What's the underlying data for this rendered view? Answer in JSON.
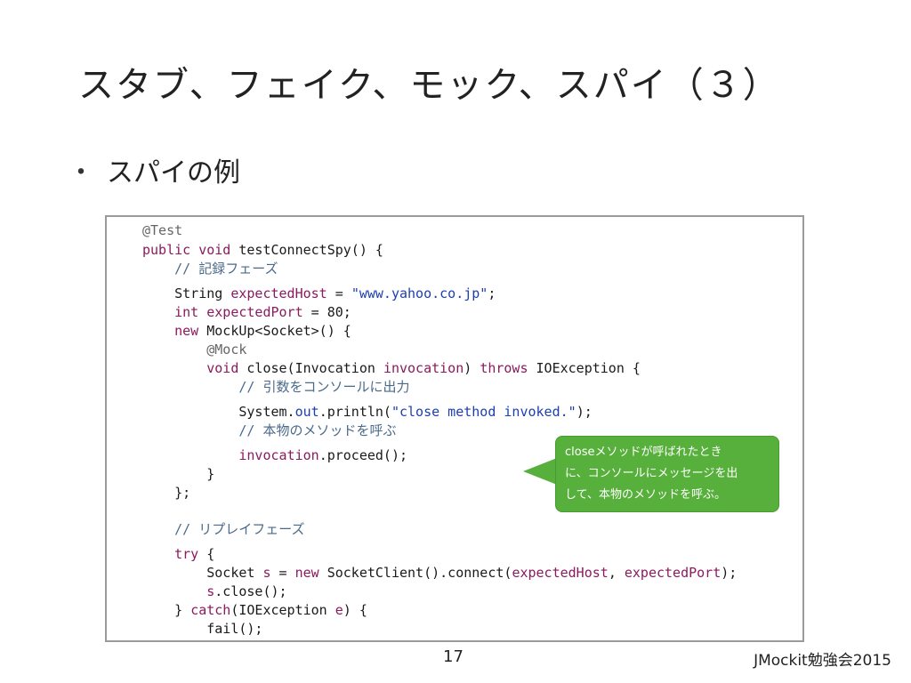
{
  "slide": {
    "title": "スタブ、フェイク、モック、スパイ（３）",
    "bullet_marker": "・",
    "bullet_text": "スパイの例",
    "page_number": "17",
    "footer": "JMockit勉強会2015"
  },
  "code_lines": [
    [
      [
        "ann",
        "@Test"
      ]
    ],
    [
      [
        "kw",
        "public"
      ],
      [
        "plain",
        " "
      ],
      [
        "kw",
        "void"
      ],
      [
        "plain",
        " testConnectSpy() {"
      ]
    ],
    [
      [
        "plain",
        "    "
      ],
      [
        "cmt",
        "// 記録フェーズ"
      ]
    ],
    [
      [
        "plain",
        "    String "
      ],
      [
        "var",
        "expectedHost"
      ],
      [
        "plain",
        " = "
      ],
      [
        "str",
        "\"www.yahoo.co.jp\""
      ],
      [
        "plain",
        ";"
      ]
    ],
    [
      [
        "plain",
        "    "
      ],
      [
        "kw",
        "int"
      ],
      [
        "plain",
        " "
      ],
      [
        "var",
        "expectedPort"
      ],
      [
        "plain",
        " = 80;"
      ]
    ],
    [
      [
        "plain",
        "    "
      ],
      [
        "kw",
        "new"
      ],
      [
        "plain",
        " MockUp<Socket>() {"
      ]
    ],
    [
      [
        "plain",
        "        "
      ],
      [
        "ann",
        "@Mock"
      ]
    ],
    [
      [
        "plain",
        "        "
      ],
      [
        "kw",
        "void"
      ],
      [
        "plain",
        " close(Invocation "
      ],
      [
        "var",
        "invocation"
      ],
      [
        "plain",
        ") "
      ],
      [
        "kw",
        "throws"
      ],
      [
        "plain",
        " IOException {"
      ]
    ],
    [
      [
        "plain",
        "            "
      ],
      [
        "cmt",
        "// 引数をコンソールに出力"
      ]
    ],
    [
      [
        "plain",
        "            System."
      ],
      [
        "field",
        "out"
      ],
      [
        "plain",
        ".println("
      ],
      [
        "str",
        "\"close method invoked.\""
      ],
      [
        "plain",
        ");"
      ]
    ],
    [
      [
        "plain",
        "            "
      ],
      [
        "cmt",
        "// 本物のメソッドを呼ぶ"
      ]
    ],
    [
      [
        "plain",
        "            "
      ],
      [
        "var",
        "invocation"
      ],
      [
        "plain",
        ".proceed();"
      ]
    ],
    [
      [
        "plain",
        "        }"
      ]
    ],
    [
      [
        "plain",
        "    };"
      ]
    ],
    [
      [
        "plain",
        "    "
      ],
      [
        "cmt",
        "// リプレイフェーズ"
      ]
    ],
    [
      [
        "plain",
        "    "
      ],
      [
        "kw",
        "try"
      ],
      [
        "plain",
        " {"
      ]
    ],
    [
      [
        "plain",
        "        Socket "
      ],
      [
        "var",
        "s"
      ],
      [
        "plain",
        " = "
      ],
      [
        "kw",
        "new"
      ],
      [
        "plain",
        " SocketClient().connect("
      ],
      [
        "var",
        "expectedHost"
      ],
      [
        "plain",
        ", "
      ],
      [
        "var",
        "expectedPort"
      ],
      [
        "plain",
        ");"
      ]
    ],
    [
      [
        "plain",
        "        "
      ],
      [
        "var",
        "s"
      ],
      [
        "plain",
        ".close();"
      ]
    ],
    [
      [
        "plain",
        "    } "
      ],
      [
        "kw",
        "catch"
      ],
      [
        "plain",
        "(IOException "
      ],
      [
        "var",
        "e"
      ],
      [
        "plain",
        ") {"
      ]
    ],
    [
      [
        "plain",
        "        fail();"
      ]
    ]
  ],
  "callout": {
    "lines": [
      "closeメソッドが呼ばれたとき",
      "に、コンソールにメッセージを出",
      "して、本物のメソッドを呼ぶ。"
    ],
    "color": "#57b03b"
  }
}
